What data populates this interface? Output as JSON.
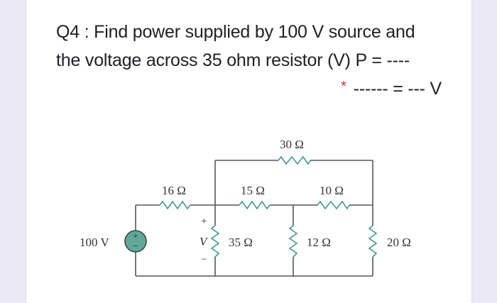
{
  "question": {
    "line1": "Q4 : Find power supplied by 100 V source and",
    "line2": "the voltage across 35 ohm resistor (V) P = ----",
    "required_marker": "*",
    "line3": "------ = --- V"
  },
  "circuit": {
    "source_label": "100 V",
    "source_plus": "+",
    "source_minus": "−",
    "resistors": {
      "r16": "16 Ω",
      "r15": "15 Ω",
      "r30": "30 Ω",
      "r10": "10 Ω",
      "r35": "35 Ω",
      "r12": "12 Ω",
      "r20": "20 Ω"
    },
    "v_label": "V",
    "v_plus": "+",
    "v_minus": "−",
    "colors": {
      "wire": "#555555",
      "resistor": "#3f9a8c",
      "source_fill": "#5fa89a"
    }
  }
}
